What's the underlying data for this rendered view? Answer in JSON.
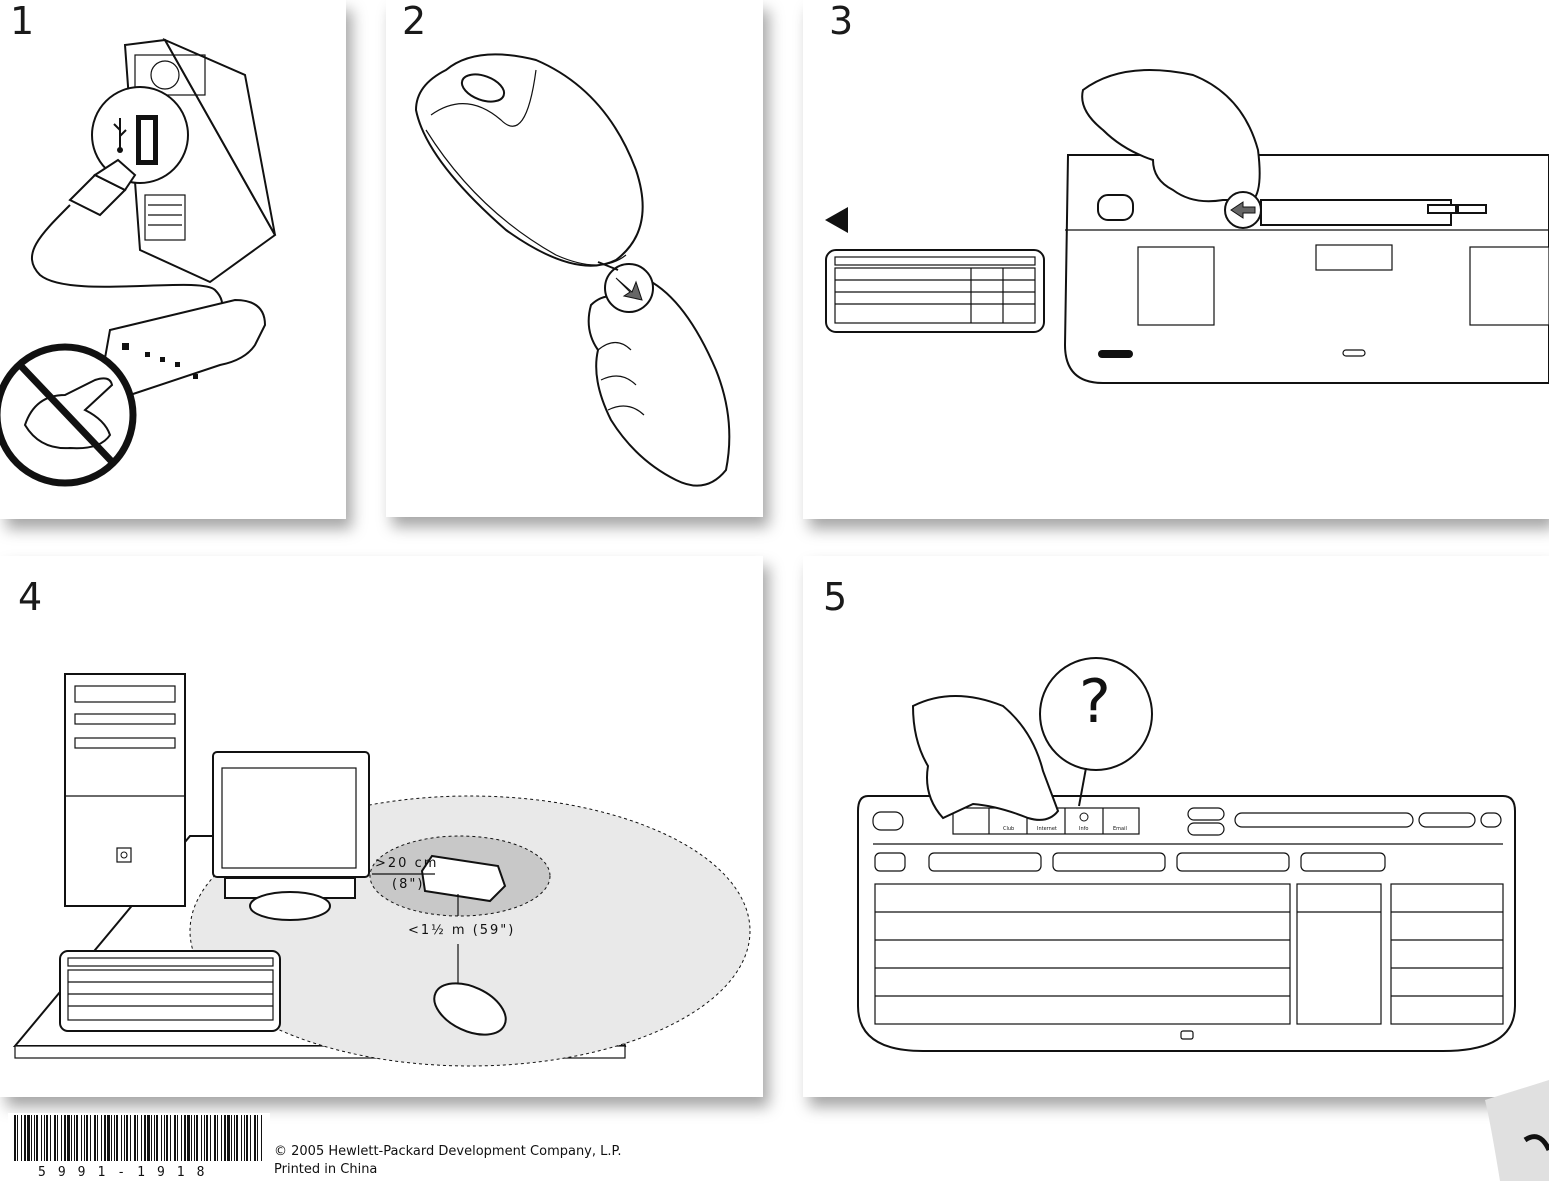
{
  "steps": {
    "s1": "1",
    "s2": "2",
    "s3": "3",
    "s4": "4",
    "s5": "5"
  },
  "step4": {
    "distance_min": ">20 cm",
    "distance_min_in": "(8\")",
    "distance_max": "<1½ m (59\")"
  },
  "step5": {
    "callout_symbol": "?",
    "keys": [
      "Club",
      "Internet",
      "Info",
      "Email"
    ]
  },
  "footer": {
    "barcode_number": "5991-1918",
    "copyright": "© 2005 Hewlett-Packard Development Company, L.P.",
    "printed": "Printed in China"
  },
  "icons": [
    "usb-icon",
    "no-touch-icon",
    "arrow-icon",
    "help-icon",
    "hp-logo-icon",
    "power-icon"
  ]
}
